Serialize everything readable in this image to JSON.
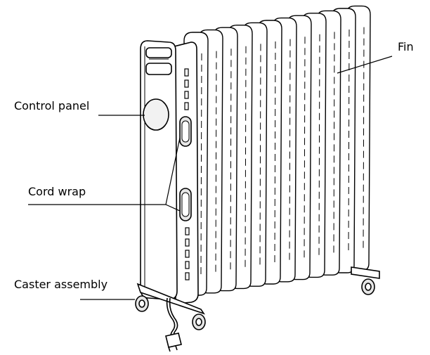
{
  "labels": {
    "fin": "Fin",
    "control_panel": "Control panel",
    "cord_wrap": "Cord wrap",
    "caster_assembly": "Caster assembly"
  },
  "colors": {
    "ink": "#000000",
    "fill": "#ffffff",
    "shade": "#e6e6e6"
  },
  "heater": {
    "fin_count": 12
  }
}
